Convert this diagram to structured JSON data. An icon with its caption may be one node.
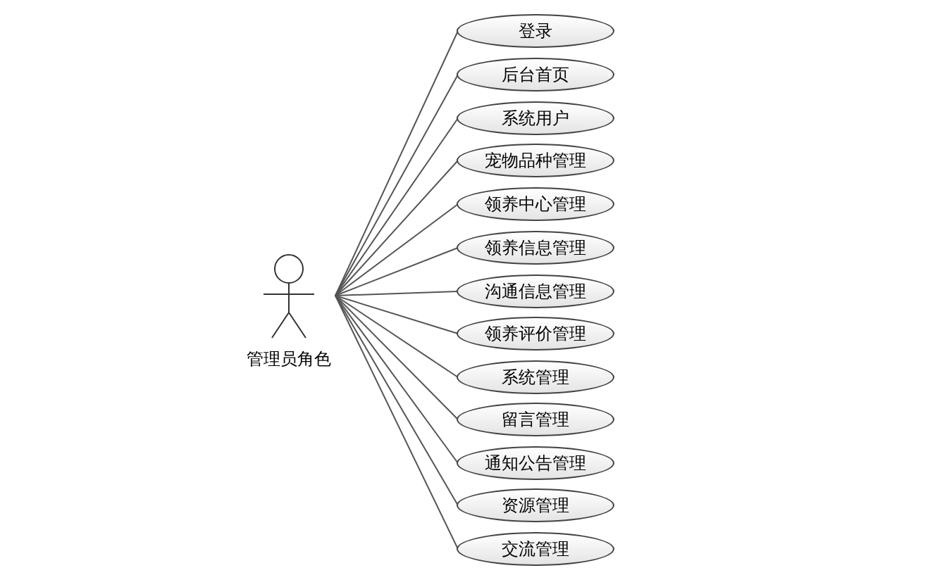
{
  "diagram": {
    "nodes": [
      {
        "text": [
          "管理员角色"
        ]
      },
      {
        "text": [
          "登录"
        ]
      },
      {
        "text": [
          "后台首页"
        ]
      },
      {
        "text": [
          "系统用户"
        ]
      },
      {
        "text": [
          "宠物品种管理"
        ]
      },
      {
        "text": [
          "领养中心管理"
        ]
      },
      {
        "text": [
          "领养信息管理"
        ]
      },
      {
        "text": [
          "沟通信息管理"
        ]
      },
      {
        "text": [
          "领养评价管理"
        ]
      },
      {
        "text": [
          "系统管理"
        ]
      },
      {
        "text": [
          "留言管理"
        ]
      },
      {
        "text": [
          "通知公告管理"
        ]
      },
      {
        "text": [
          "资源管理"
        ]
      },
      {
        "text": [
          "交流管理"
        ]
      }
    ],
    "edges": [
      {
        "from": 0,
        "to": 1,
        "arrow": "none"
      },
      {
        "from": 0,
        "to": 2,
        "arrow": "none"
      },
      {
        "from": 0,
        "to": 3,
        "arrow": "none"
      },
      {
        "from": 0,
        "to": 4,
        "arrow": "none"
      },
      {
        "from": 0,
        "to": 5,
        "arrow": "none"
      },
      {
        "from": 0,
        "to": 6,
        "arrow": "none"
      },
      {
        "from": 0,
        "to": 7,
        "arrow": "none"
      },
      {
        "from": 0,
        "to": 8,
        "arrow": "none"
      },
      {
        "from": 0,
        "to": 9,
        "arrow": "none"
      },
      {
        "from": 0,
        "to": 10,
        "arrow": "none"
      },
      {
        "from": 0,
        "to": 11,
        "arrow": "none"
      },
      {
        "from": 0,
        "to": 12,
        "arrow": "none"
      },
      {
        "from": 0,
        "to": 13,
        "arrow": "none"
      }
    ]
  }
}
